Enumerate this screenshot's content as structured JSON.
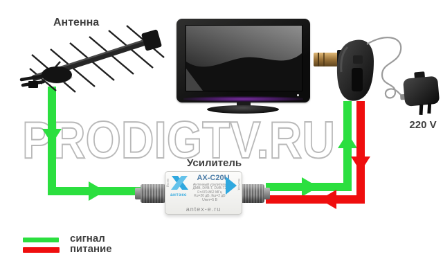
{
  "watermark": "PRODIGTV.RU",
  "labels": {
    "antenna": "Антенна",
    "amplifier": "Усилитель",
    "voltage": "220 V"
  },
  "amplifier": {
    "model": "AX-C20U",
    "brand": "антэкс",
    "website": "antex-e.ru",
    "spec_lines": [
      "Антенный усилитель",
      "ДМВ, DVB-T, DVB-T2",
      "F=470-862 МГц",
      "Ku=20 дБ, Кш=2 дБ",
      "Uпит=5 В"
    ],
    "side_label_left": "ВХОД",
    "side_label_right": "ВЫХОД"
  },
  "legend": [
    {
      "label": "сигнал",
      "color": "#2bdf3f"
    },
    {
      "label": "питание",
      "color": "#ef0e0e"
    }
  ],
  "colors": {
    "signal": "#2bdf3f",
    "power": "#ef0e0e",
    "accent_blue": "#2fa8df",
    "model_blue": "#4a7ba6",
    "text": "#3f3f3f",
    "watermark_outline": "#b8b8b8"
  }
}
